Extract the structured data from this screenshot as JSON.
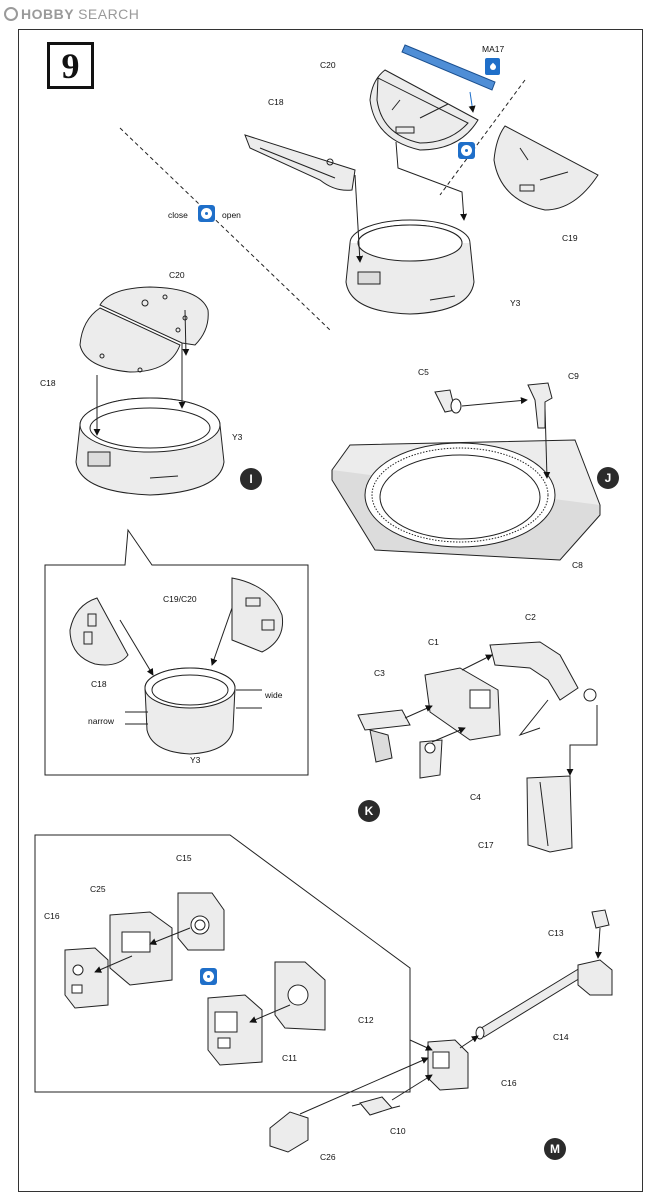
{
  "watermark": {
    "brand": "HOBBY",
    "service": "SEARCH"
  },
  "step": {
    "number": "9"
  },
  "paint": {
    "code": "MA17"
  },
  "option_labels": {
    "close": "close",
    "open": "open"
  },
  "sub_assemblies": {
    "i": "I",
    "j": "J",
    "k": "K",
    "m": "M"
  },
  "inset_labels": {
    "wide": "wide",
    "narrow": "narrow"
  },
  "parts": {
    "c20_top": "C20",
    "c18_top": "C18",
    "c19_top": "C19",
    "y3_top": "Y3",
    "c20_i": "C20",
    "c18_i": "C18",
    "y3_i": "Y3",
    "c5": "C5",
    "c9": "C9",
    "c8": "C8",
    "c1920": "C19/C20",
    "c18_inset": "C18",
    "y3_inset": "Y3",
    "c2": "C2",
    "c1": "C1",
    "c3": "C3",
    "c4": "C4",
    "c17": "C17",
    "c15": "C15",
    "c25": "C25",
    "c16_inset": "C16",
    "c12": "C12",
    "c11": "C11",
    "c13": "C13",
    "c14": "C14",
    "c16": "C16",
    "c10": "C10",
    "c26": "C26"
  },
  "colors": {
    "paint_blue": "#1f6fc9",
    "ink": "#111111",
    "part_fill": "#ececec",
    "watermark": "#9a9a9a"
  }
}
